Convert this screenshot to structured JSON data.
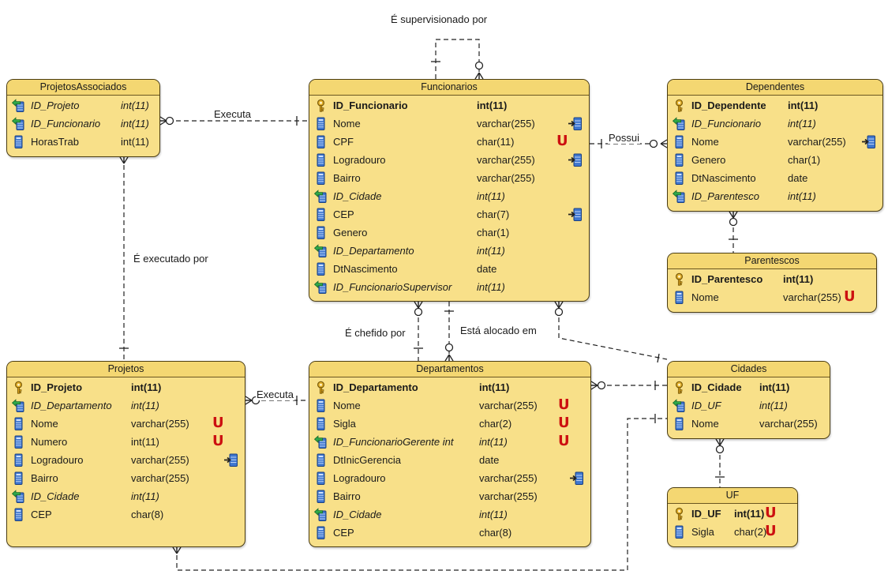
{
  "relationships": [
    {
      "key": "supervisionado",
      "label": "É supervisionado por"
    },
    {
      "key": "executa_assoc",
      "label": "Executa"
    },
    {
      "key": "possui",
      "label": "Possui"
    },
    {
      "key": "executado",
      "label": "É executado por"
    },
    {
      "key": "chefiado",
      "label": "É chefido por"
    },
    {
      "key": "alocado",
      "label": "Está alocado em"
    },
    {
      "key": "executa_proj",
      "label": "Executa"
    }
  ],
  "entities": [
    {
      "key": "projetos_associados",
      "title": "ProjetosAssociados",
      "columns": [
        {
          "kind": "fk",
          "name": "ID_Projeto",
          "type": "int(11)",
          "unique": false,
          "index": false
        },
        {
          "kind": "fk",
          "name": "ID_Funcionario",
          "type": "int(11)",
          "unique": false,
          "index": false
        },
        {
          "kind": "col",
          "name": "HorasTrab",
          "type": "int(11)",
          "unique": false,
          "index": false
        }
      ]
    },
    {
      "key": "funcionarios",
      "title": "Funcionarios",
      "columns": [
        {
          "kind": "pk",
          "name": "ID_Funcionario",
          "type": "int(11)",
          "unique": false,
          "index": false
        },
        {
          "kind": "col",
          "name": "Nome",
          "type": "varchar(255)",
          "unique": false,
          "index": true
        },
        {
          "kind": "col",
          "name": "CPF",
          "type": "char(11)",
          "unique": true,
          "index": false
        },
        {
          "kind": "col",
          "name": "Logradouro",
          "type": "varchar(255)",
          "unique": false,
          "index": true
        },
        {
          "kind": "col",
          "name": "Bairro",
          "type": "varchar(255)",
          "unique": false,
          "index": false
        },
        {
          "kind": "fk",
          "name": "ID_Cidade",
          "type": "int(11)",
          "unique": false,
          "index": false
        },
        {
          "kind": "col",
          "name": "CEP",
          "type": "char(7)",
          "unique": false,
          "index": true
        },
        {
          "kind": "col",
          "name": "Genero",
          "type": "char(1)",
          "unique": false,
          "index": false
        },
        {
          "kind": "fk",
          "name": "ID_Departamento",
          "type": "int(11)",
          "unique": false,
          "index": false
        },
        {
          "kind": "col",
          "name": "DtNascimento",
          "type": "date",
          "unique": false,
          "index": false
        },
        {
          "kind": "fk",
          "name": "ID_FuncionarioSupervisor",
          "type": "int(11)",
          "unique": false,
          "index": false
        }
      ]
    },
    {
      "key": "dependentes",
      "title": "Dependentes",
      "columns": [
        {
          "kind": "pk",
          "name": "ID_Dependente",
          "type": "int(11)",
          "unique": false,
          "index": false
        },
        {
          "kind": "fk",
          "name": "ID_Funcionario",
          "type": "int(11)",
          "unique": false,
          "index": false
        },
        {
          "kind": "col",
          "name": "Nome",
          "type": "varchar(255)",
          "unique": false,
          "index": true
        },
        {
          "kind": "col",
          "name": "Genero",
          "type": "char(1)",
          "unique": false,
          "index": false
        },
        {
          "kind": "col",
          "name": "DtNascimento",
          "type": "date",
          "unique": false,
          "index": false
        },
        {
          "kind": "fk",
          "name": "ID_Parentesco",
          "type": "int(11)",
          "unique": false,
          "index": false
        }
      ]
    },
    {
      "key": "parentescos",
      "title": "Parentescos",
      "columns": [
        {
          "kind": "pk",
          "name": "ID_Parentesco",
          "type": "int(11)",
          "unique": false,
          "index": false
        },
        {
          "kind": "col",
          "name": "Nome",
          "type": "varchar(255)",
          "unique": true,
          "index": false
        }
      ]
    },
    {
      "key": "projetos",
      "title": "Projetos",
      "columns": [
        {
          "kind": "pk",
          "name": "ID_Projeto",
          "type": "int(11)",
          "unique": false,
          "index": false
        },
        {
          "kind": "fk",
          "name": "ID_Departamento",
          "type": "int(11)",
          "unique": false,
          "index": false
        },
        {
          "kind": "col",
          "name": "Nome",
          "type": "varchar(255)",
          "unique": true,
          "index": false
        },
        {
          "kind": "col",
          "name": "Numero",
          "type": "int(11)",
          "unique": true,
          "index": false
        },
        {
          "kind": "col",
          "name": "Logradouro",
          "type": "varchar(255)",
          "unique": false,
          "index": true
        },
        {
          "kind": "col",
          "name": "Bairro",
          "type": "varchar(255)",
          "unique": false,
          "index": false
        },
        {
          "kind": "fk",
          "name": "ID_Cidade",
          "type": "int(11)",
          "unique": false,
          "index": false
        },
        {
          "kind": "col",
          "name": "CEP",
          "type": "char(8)",
          "unique": false,
          "index": false
        }
      ]
    },
    {
      "key": "departamentos",
      "title": "Departamentos",
      "columns": [
        {
          "kind": "pk",
          "name": "ID_Departamento",
          "type": "int(11)",
          "unique": false,
          "index": false
        },
        {
          "kind": "col",
          "name": "Nome",
          "type": "varchar(255)",
          "unique": true,
          "index": false
        },
        {
          "kind": "col",
          "name": "Sigla",
          "type": "char(2)",
          "unique": true,
          "index": false
        },
        {
          "kind": "fk",
          "name": "ID_FuncionarioGerente int",
          "type": "int(11)",
          "unique": true,
          "index": false
        },
        {
          "kind": "col",
          "name": "DtInicGerencia",
          "type": "date",
          "unique": false,
          "index": false
        },
        {
          "kind": "col",
          "name": "Logradouro",
          "type": "varchar(255)",
          "unique": false,
          "index": true
        },
        {
          "kind": "col",
          "name": "Bairro",
          "type": "varchar(255)",
          "unique": false,
          "index": false
        },
        {
          "kind": "fk",
          "name": "ID_Cidade",
          "type": "int(11)",
          "unique": false,
          "index": false
        },
        {
          "kind": "col",
          "name": "CEP",
          "type": "char(8)",
          "unique": false,
          "index": false
        }
      ]
    },
    {
      "key": "cidades",
      "title": "Cidades",
      "columns": [
        {
          "kind": "pk",
          "name": "ID_Cidade",
          "type": "int(11)",
          "unique": false,
          "index": false
        },
        {
          "kind": "fk",
          "name": "ID_UF",
          "type": "int(11)",
          "unique": false,
          "index": false
        },
        {
          "kind": "col",
          "name": "Nome",
          "type": "varchar(255)",
          "unique": false,
          "index": false
        }
      ]
    },
    {
      "key": "uf",
      "title": "UF",
      "columns": [
        {
          "kind": "pk",
          "name": "ID_UF",
          "type": "int(11)",
          "unique": true,
          "index": false
        },
        {
          "kind": "col",
          "name": "Sigla",
          "type": "char(2)",
          "unique": true,
          "index": false
        }
      ]
    }
  ]
}
